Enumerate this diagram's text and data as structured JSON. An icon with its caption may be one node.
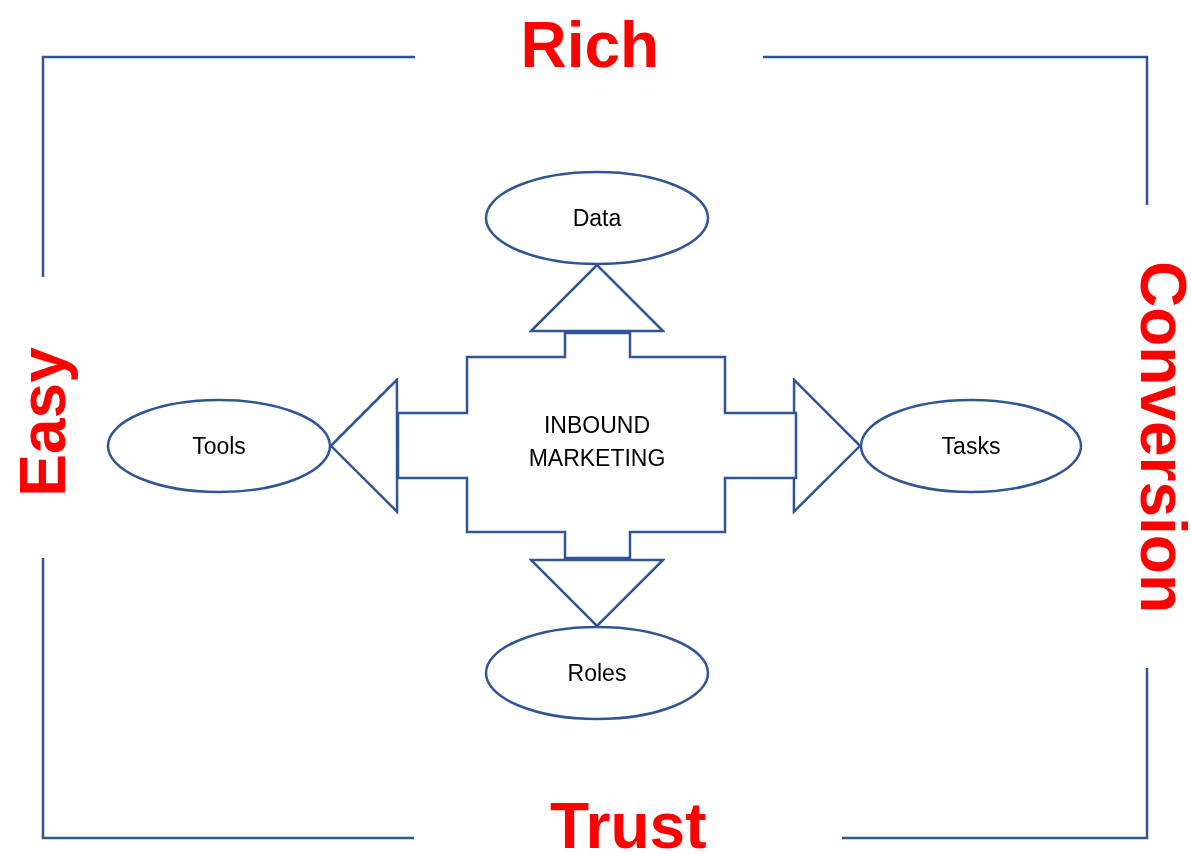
{
  "diagram": {
    "nodes": [
      {
        "text": [
          "Data"
        ]
      },
      {
        "text": [
          "Tools"
        ]
      },
      {
        "text": [
          "INBOUND MARKETING"
        ]
      },
      {
        "text": [
          "Tasks"
        ]
      },
      {
        "text": [
          "Roles"
        ]
      }
    ],
    "edges": [
      {
        "from": 2,
        "to": 0,
        "arrow": "to"
      },
      {
        "from": 2,
        "to": 1,
        "arrow": "to"
      },
      {
        "from": 2,
        "to": 3,
        "arrow": "to"
      },
      {
        "from": 2,
        "to": 4,
        "arrow": "to"
      }
    ],
    "labels": [
      "Rich",
      "Easy",
      "Conversion",
      "Trust"
    ]
  }
}
